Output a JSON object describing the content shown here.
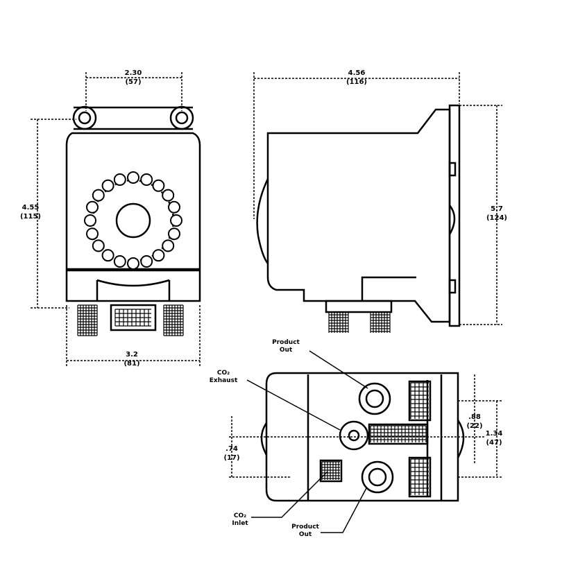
{
  "dimensions": {
    "front_width_top": "2.30",
    "front_width_top_mm": "(57)",
    "front_height": "4.55",
    "front_height_mm": "(115)",
    "front_width_bottom": "3.2",
    "front_width_bottom_mm": "(81)",
    "side_width": "4.56",
    "side_width_mm": "(116)",
    "side_height": "5.7",
    "side_height_mm": "(124)",
    "bottom_small": ".74",
    "bottom_small_mm": "(17)",
    "bottom_right_a": ".88",
    "bottom_right_a_mm": "(22)",
    "bottom_right_b": "1.34",
    "bottom_right_b_mm": "(47)"
  },
  "callouts": {
    "product_out_top_1": "Product",
    "product_out_top_2": "Out",
    "co2_exhaust_1": "CO₂",
    "co2_exhaust_2": "Exhaust",
    "co2_inlet_1": "CO₂",
    "co2_inlet_2": "Inlet",
    "product_out_bottom_1": "Product",
    "product_out_bottom_2": "Out"
  },
  "colors": {
    "line": "#000000",
    "background": "#ffffff"
  }
}
